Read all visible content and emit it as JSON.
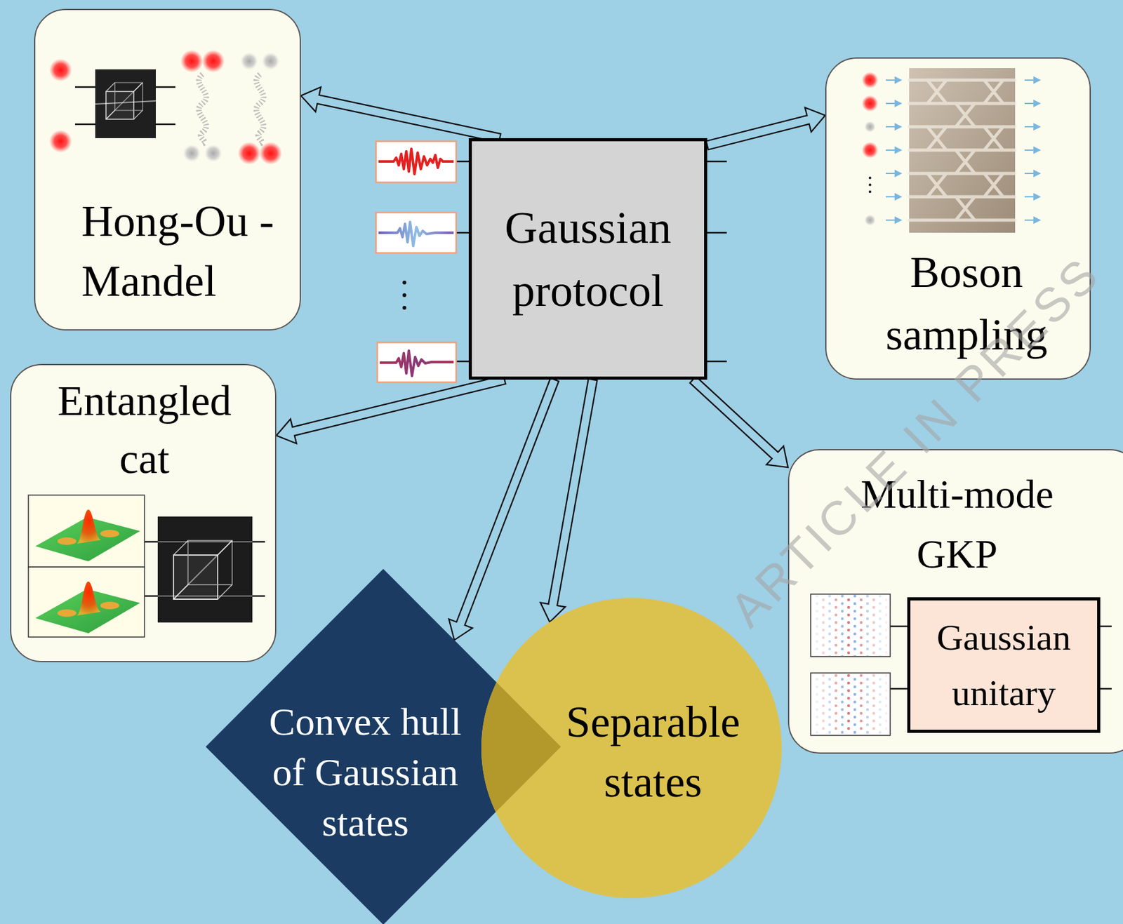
{
  "diagram": {
    "nodes": [
      {
        "text": [
          "Hong-Ou -Mandel"
        ]
      },
      {
        "text": [
          "Gaussian protocol"
        ]
      },
      {
        "text": [
          "Boson sampling"
        ]
      },
      {
        "text": [
          "Entangled cat"
        ]
      },
      {
        "text": [
          "Multi-mode GKP"
        ]
      },
      {
        "text": [
          "Gaussian unitary"
        ],
        "in": 4
      },
      {
        "text": [
          "Convex hull of Gaussian states"
        ]
      },
      {
        "text": [
          "Separable states"
        ]
      }
    ],
    "edges": [
      {
        "from": 1,
        "to": 0,
        "arrow": "to"
      },
      {
        "from": 1,
        "to": 2,
        "arrow": "to"
      },
      {
        "from": 1,
        "to": 3,
        "arrow": "to"
      },
      {
        "from": 1,
        "to": 4,
        "arrow": "to"
      },
      {
        "from": 1,
        "to": 6,
        "arrow": "to"
      },
      {
        "from": 1,
        "to": 7,
        "arrow": "to"
      }
    ],
    "labels": [
      "ARTICLE IN PRESS"
    ]
  }
}
